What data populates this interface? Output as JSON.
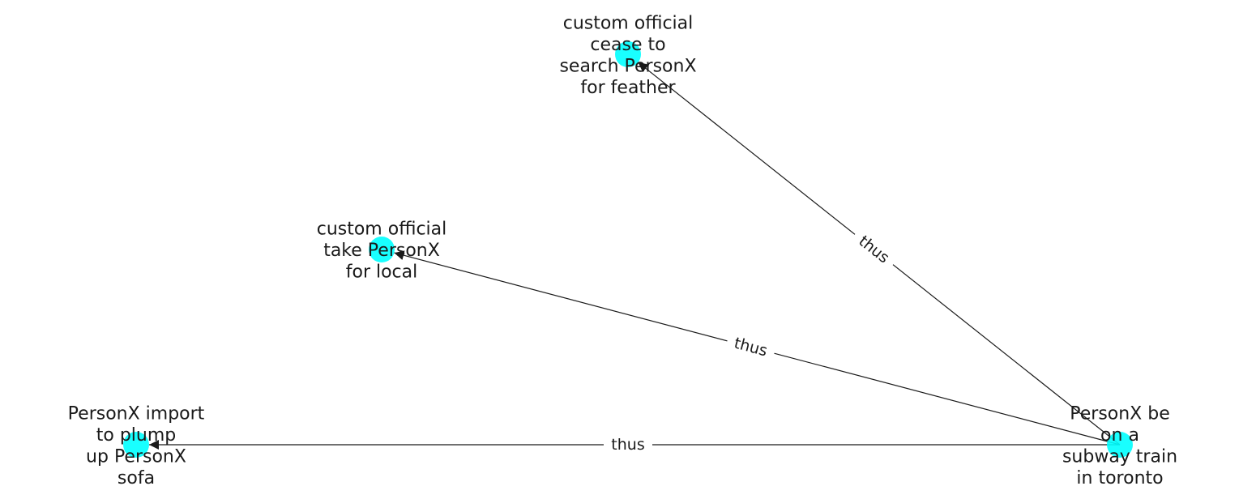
{
  "graph": {
    "nodes": [
      {
        "id": "n1",
        "label_lines": [
          "custom official",
          "cease to",
          "search PersonX",
          "for feather"
        ]
      },
      {
        "id": "n2",
        "label_lines": [
          "custom official",
          "take PersonX",
          "for local"
        ]
      },
      {
        "id": "n3",
        "label_lines": [
          "PersonX import",
          "to plump",
          "up PersonX",
          "sofa"
        ]
      },
      {
        "id": "n4",
        "label_lines": [
          "PersonX be",
          "on a",
          "subway train",
          "in toronto"
        ]
      }
    ],
    "edges": [
      {
        "source": "n4",
        "target": "n1",
        "label": "thus"
      },
      {
        "source": "n4",
        "target": "n2",
        "label": "thus"
      },
      {
        "source": "n4",
        "target": "n3",
        "label": "thus"
      }
    ],
    "colors": {
      "node_fill": "#00ffff",
      "edge": "#1a1a1a",
      "text": "#1a1a1a"
    }
  }
}
